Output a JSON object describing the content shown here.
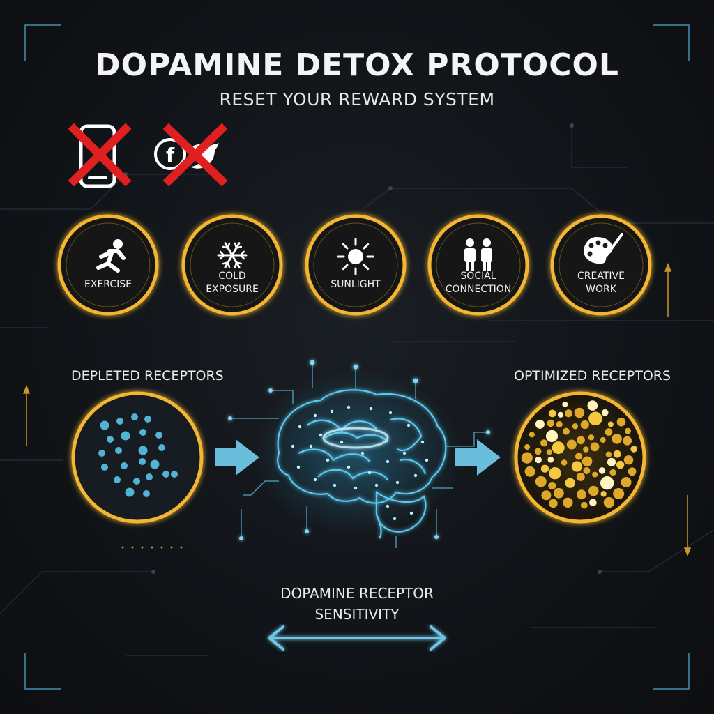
{
  "header": {
    "title": "DOPAMINE DETOX PROTOCOL",
    "subtitle": "RESET YOUR REWARD SYSTEM"
  },
  "avoid_icons": [
    "smartphone-icon",
    "social-media-icon"
  ],
  "activities": [
    {
      "lines": [
        "EXERCISE"
      ],
      "icon": "running-person-icon"
    },
    {
      "lines": [
        "COLD",
        "EXPOSURE"
      ],
      "icon": "snowflake-icon"
    },
    {
      "lines": [
        "SUNLIGHT"
      ],
      "icon": "sun-icon"
    },
    {
      "lines": [
        "SOCIAL",
        "CONNECTION"
      ],
      "icon": "people-icon"
    },
    {
      "lines": [
        "CREATIVE",
        "WORK"
      ],
      "icon": "palette-icon"
    }
  ],
  "receptors": {
    "left_label": "DEPLETED RECEPTORS",
    "right_label": "OPTIMIZED RECEPTORS"
  },
  "bottom": {
    "line1": "DOPAMINE RECEPTOR",
    "line2": "SENSITIVITY"
  },
  "colors": {
    "gold": "#f2b632",
    "cyan": "#58c4ea",
    "red": "#e02020",
    "background": "#111418"
  }
}
